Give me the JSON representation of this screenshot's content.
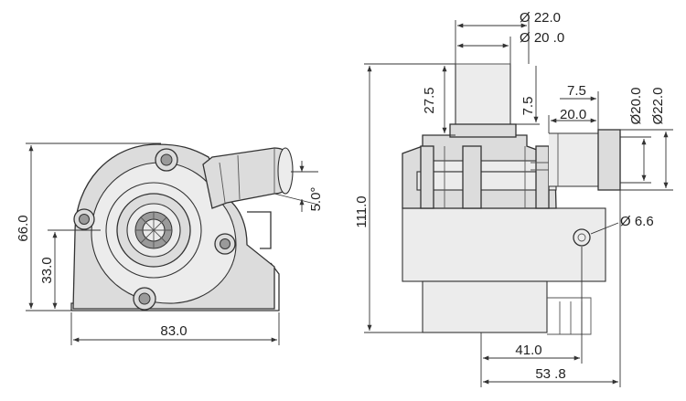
{
  "left_view": {
    "dims": {
      "width_overall": "83.0",
      "height_overall": "66.0",
      "height_center": "33.0",
      "outlet_angle": "5.0°"
    }
  },
  "right_view": {
    "dims": {
      "inlet_outer_dia": "Ø 22.0",
      "inlet_inner_dia": "Ø 20 .0",
      "inlet_length": "27.5",
      "inlet_collar": "7.5",
      "outlet_collar": "7.5",
      "outlet_length": "20.0",
      "outlet_inner_dia": "Ø20.0",
      "outlet_outer_dia": "Ø22.0",
      "total_height": "111.0",
      "mount_hole_dia": "Ø 6.6",
      "hole_offset": "41.0",
      "overall_offset": "53 .8"
    }
  }
}
